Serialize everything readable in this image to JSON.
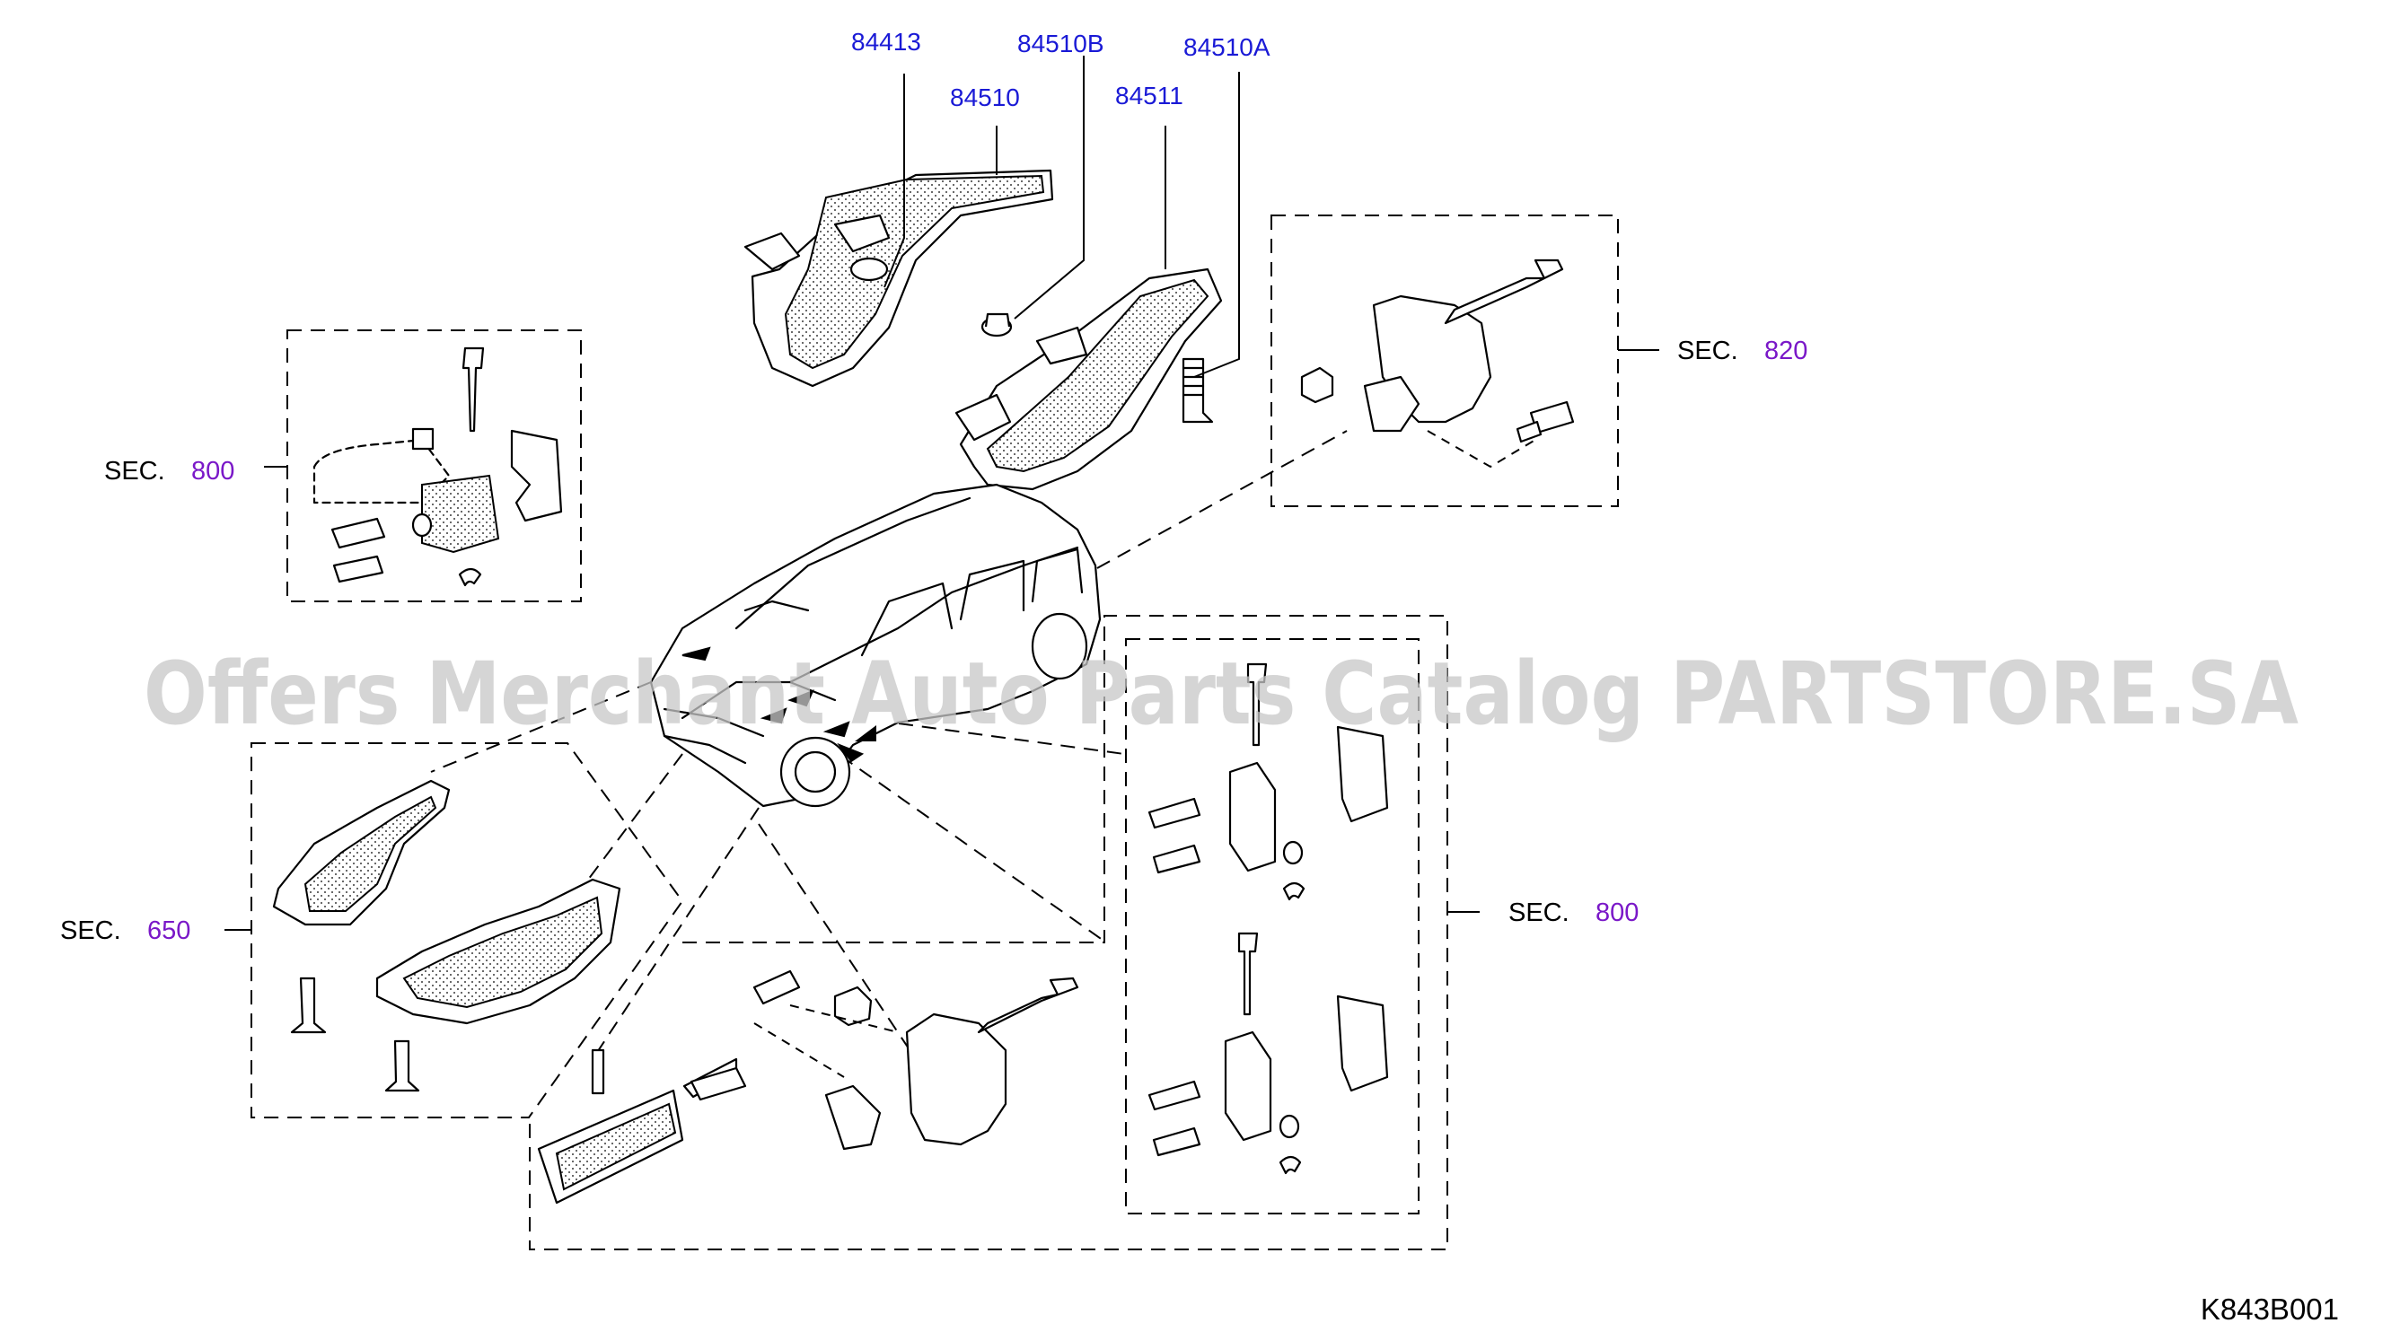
{
  "parts": {
    "p84413": "84413",
    "p84510B": "84510B",
    "p84510A": "84510A",
    "p84510": "84510",
    "p84511": "84511"
  },
  "sections": {
    "sec_label": "SEC.",
    "sec820": "820",
    "sec800_left": "800",
    "sec650": "650",
    "sec800_right": "800"
  },
  "watermark": "Offers Merchant Auto Parts Catalog PARTSTORE.SA",
  "diagram_code": "K843B001",
  "colors": {
    "part_label": "#1a1ad6",
    "section_number": "#7a18c8",
    "watermark": "#c8c8c8",
    "line": "#000000"
  }
}
